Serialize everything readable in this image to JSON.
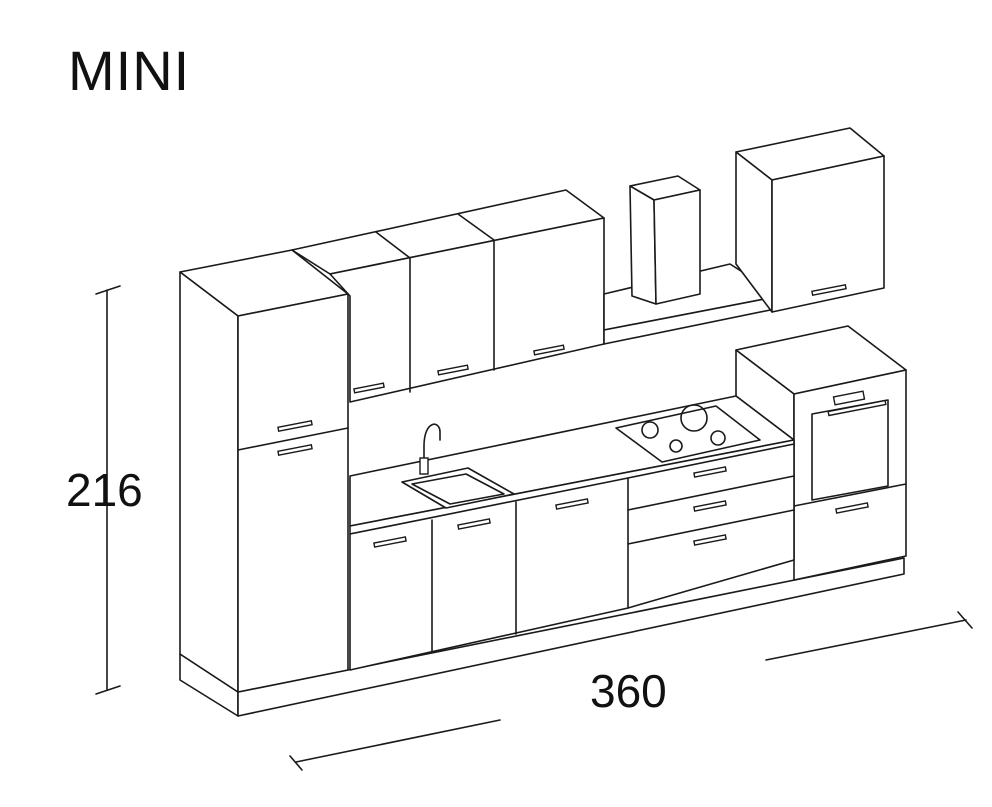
{
  "model_name": "MINI",
  "height_label": "216",
  "width_label": "360",
  "colors": {
    "line": "#1a1a1a",
    "background": "#ffffff"
  }
}
